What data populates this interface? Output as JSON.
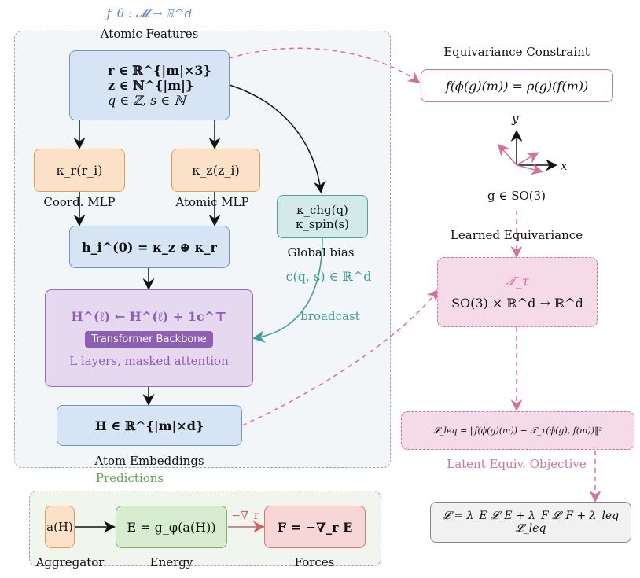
{
  "encoder_title": "f_θ : 𝓜 → ℝ^d",
  "atomic_features_label": "Atomic Features",
  "input_lines": [
    "r ∈ ℝ^{|m|×3}",
    "z ∈ ℕ^{|m|}",
    "q ∈ ℤ, s ∈ ℕ"
  ],
  "coord_mlp": {
    "formula": "κ_r(r_i)",
    "label": "Coord. MLP"
  },
  "atomic_mlp": {
    "formula": "κ_z(z_i)",
    "label": "Atomic MLP"
  },
  "global_bias": {
    "line1": "κ_chg(q)",
    "line2": "κ_spin(s)",
    "label": "Global bias",
    "vector": "c(q, s) ∈ ℝ^d",
    "broadcast": "broadcast"
  },
  "h0_formula": "h_i^(0) = κ_z ⊕ κ_r",
  "transformer": {
    "update": "H^(ℓ) ← H^(ℓ) + 1c^⊤",
    "badge": "Transformer Backbone",
    "sublabel": "L layers, masked attention"
  },
  "embeddings": {
    "formula": "H ∈ ℝ^{|m|×d}",
    "label": "Atom Embeddings"
  },
  "predictions": {
    "title": "Predictions",
    "aggregator": {
      "formula": "a(H)",
      "label": "Aggregator"
    },
    "energy": {
      "formula": "E = g_φ(a(H))",
      "label": "Energy"
    },
    "grad_label": "−∇_r",
    "forces": {
      "formula": "F = −∇_r E",
      "label": "Forces"
    }
  },
  "equivariance": {
    "title": "Equivariance Constraint",
    "formula": "f(ϕ(g)(m)) = ρ(g)(f(m))",
    "axis_y": "y",
    "axis_x": "x",
    "group": "g ∈ SO(3)"
  },
  "learned": {
    "title": "Learned Equivariance",
    "op": "𝒯_τ",
    "map": "SO(3) × ℝ^d → ℝ^d"
  },
  "latent": {
    "formula": "𝓛_leq = ‖f(ϕ(g)(m)) − 𝒯_τ(ϕ(g), f(m))‖²",
    "label": "Latent Equiv. Objective"
  },
  "total_loss": "𝓛 = λ_E 𝓛_E + λ_F 𝓛_F + λ_leq 𝓛_leq",
  "colors": {
    "blue_title": "#5a86c4",
    "purple": "#8d5fb3",
    "teal": "#3f9e97",
    "pink": "#d6709f",
    "green": "#5aa84a",
    "red": "#d06360"
  }
}
